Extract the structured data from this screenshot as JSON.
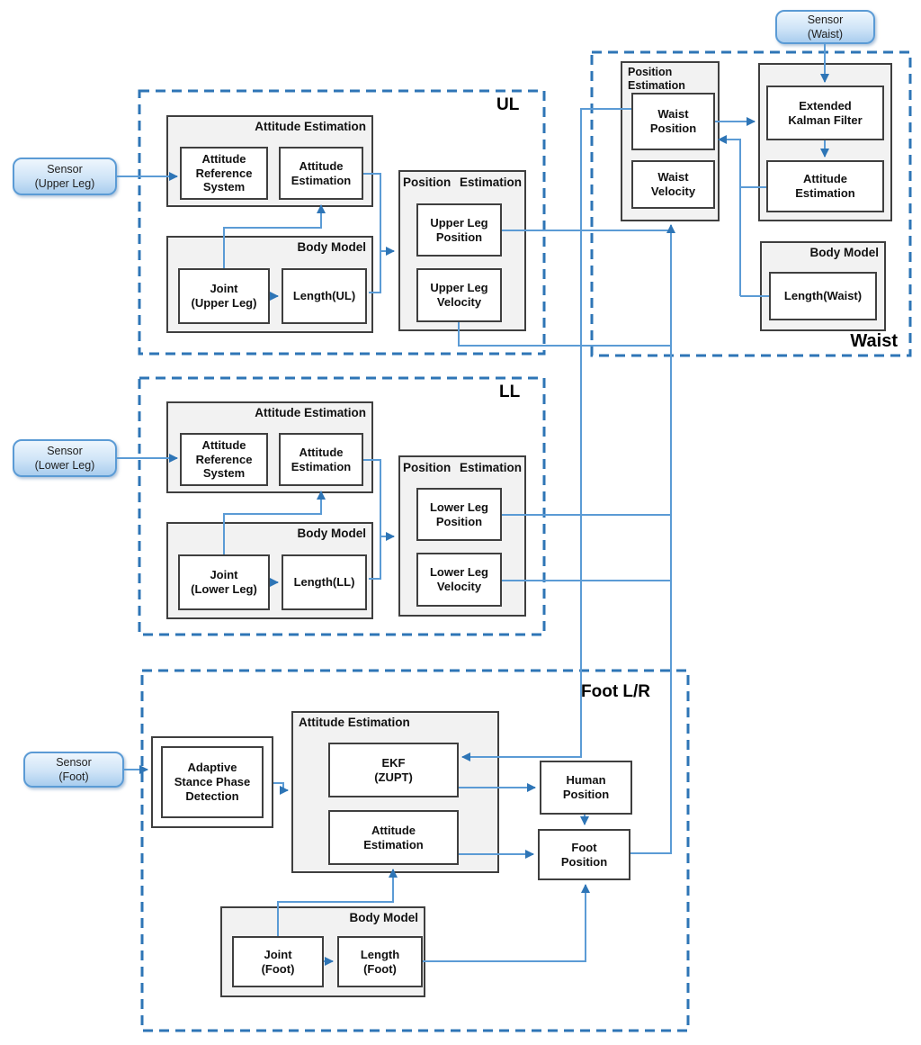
{
  "colors": {
    "dashed_border": "#2E75B6",
    "connector_line": "#5B9BD5",
    "arrowhead": "#2E75B6",
    "panel_fill": "#F2F2F2",
    "box_border": "#3F3F3F",
    "sensor_border": "#5B9BD5",
    "sensor_fill": "#BFDDF3",
    "text": "#111111"
  },
  "groups": {
    "ul": "UL",
    "ll": "LL",
    "waist": "Waist",
    "foot": "Foot L/R"
  },
  "sensors": {
    "upper_leg": "Sensor\n(Upper Leg)",
    "lower_leg": "Sensor\n(Lower Leg)",
    "waist": "Sensor\n(Waist)",
    "foot": "Sensor\n(Foot)"
  },
  "ul": {
    "attitude_panel": "Attitude Estimation",
    "ars": "Attitude\nReference\nSystem",
    "attitude": "Attitude\nEstimation",
    "body_panel": "Body Model",
    "joint": "Joint\n(Upper Leg)",
    "length": "Length(UL)",
    "position_panel": "Position Estimation",
    "position": "Upper Leg\nPosition",
    "velocity": "Upper Leg\nVelocity"
  },
  "ll": {
    "attitude_panel": "Attitude Estimation",
    "ars": "Attitude\nReference\nSystem",
    "attitude": "Attitude\nEstimation",
    "body_panel": "Body Model",
    "joint": "Joint\n(Lower Leg)",
    "length": "Length(LL)",
    "position_panel": "Position Estimation",
    "position": "Lower Leg\nPosition",
    "velocity": "Lower Leg\nVelocity"
  },
  "waist": {
    "position_panel": "Position\nEstimation",
    "position": "Waist\nPosition",
    "velocity": "Waist\nVelocity",
    "ekf": "Extended\nKalman Filter",
    "attitude": "Attitude\nEstimation",
    "body_panel": "Body Model",
    "length": "Length(Waist)"
  },
  "foot": {
    "aspd": "Adaptive\nStance Phase\nDetection",
    "attitude_panel": "Attitude Estimation",
    "ekf": "EKF\n(ZUPT)",
    "attitude": "Attitude\nEstimation",
    "human_position": "Human\nPosition",
    "foot_position": "Foot\nPosition",
    "body_panel": "Body Model",
    "joint": "Joint\n(Foot)",
    "length": "Length\n(Foot)"
  }
}
